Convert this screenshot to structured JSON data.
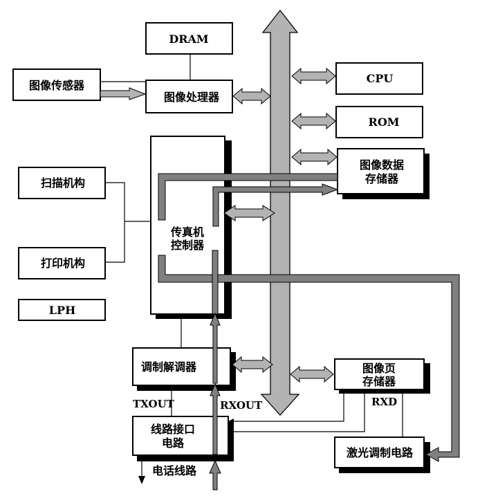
{
  "diagram": {
    "title": "",
    "colors": {
      "bus_fill": "#b3b3b3",
      "signal_fill": "#808080",
      "outline": "#000000",
      "shadow": "#000000",
      "background": "#ffffff"
    },
    "blocks": {
      "dram": "DRAM",
      "image_sensor": "图像传感器",
      "image_processor": "图像处理器",
      "cpu": "CPU",
      "rom": "ROM",
      "image_data_storage_line1": "图像数据",
      "image_data_storage_line2": "存储器",
      "scan_mechanism": "扫描机构",
      "print_mechanism": "打印机构",
      "lph": "LPH",
      "fax_controller_line1": "传真机",
      "fax_controller_line2": "控制器",
      "modem": "调制解调器",
      "line_interface_line1": "线路接口",
      "line_interface_line2": "电路",
      "image_page_storage_line1": "图像页",
      "image_page_storage_line2": "存储器",
      "laser_modulation": "激光调制电路"
    },
    "labels": {
      "txout": "TXOUT",
      "rxout": "RXOUT",
      "rxd": "RXD",
      "phone_line": "电话线路"
    }
  }
}
